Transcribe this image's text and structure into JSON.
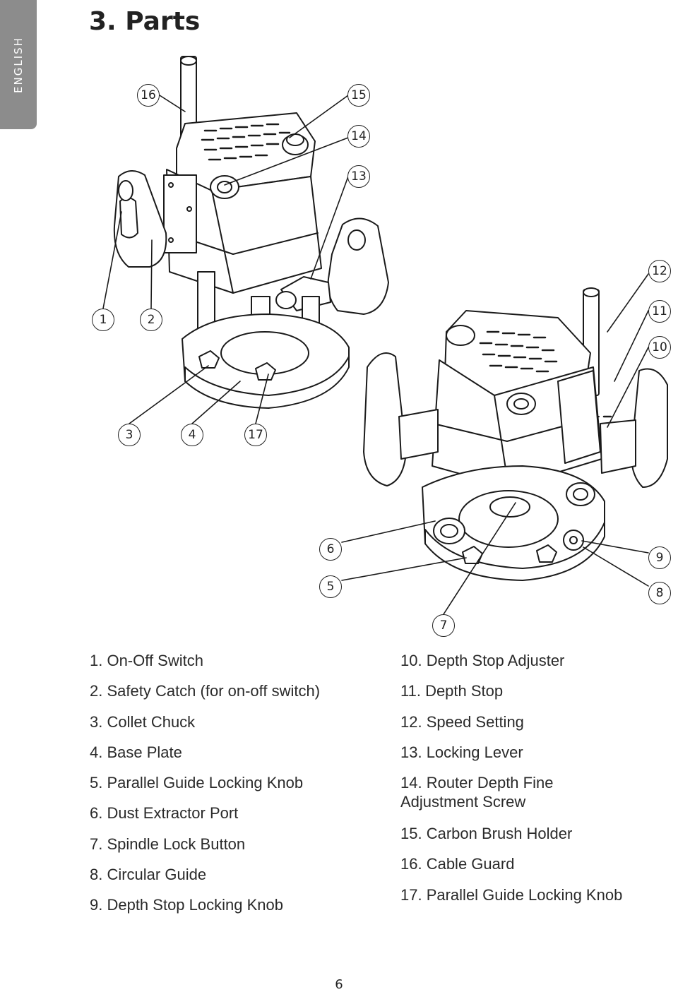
{
  "lang_tab": "ENGLISH",
  "title": "3. Parts",
  "callouts": [
    "16",
    "15",
    "14",
    "13",
    "12",
    "11",
    "10",
    "1",
    "2",
    "3",
    "4",
    "17",
    "6",
    "5",
    "7",
    "9",
    "8"
  ],
  "parts_left": [
    "1. On-Off Switch",
    "2. Safety Catch (for on-off switch)",
    "3. Collet Chuck",
    "4. Base Plate",
    "5. Parallel Guide Locking Knob",
    "6. Dust Extractor Port",
    "7. Spindle Lock Button",
    "8. Circular Guide",
    "9. Depth Stop Locking Knob"
  ],
  "parts_right": [
    "10. Depth Stop Adjuster",
    "11. Depth Stop",
    "12. Speed Setting",
    "13. Locking Lever",
    "14. Router Depth Fine Adjustment Screw",
    "15. Carbon Brush Holder",
    "16. Cable Guard",
    "17. Parallel Guide Locking Knob"
  ],
  "page_number": "6"
}
